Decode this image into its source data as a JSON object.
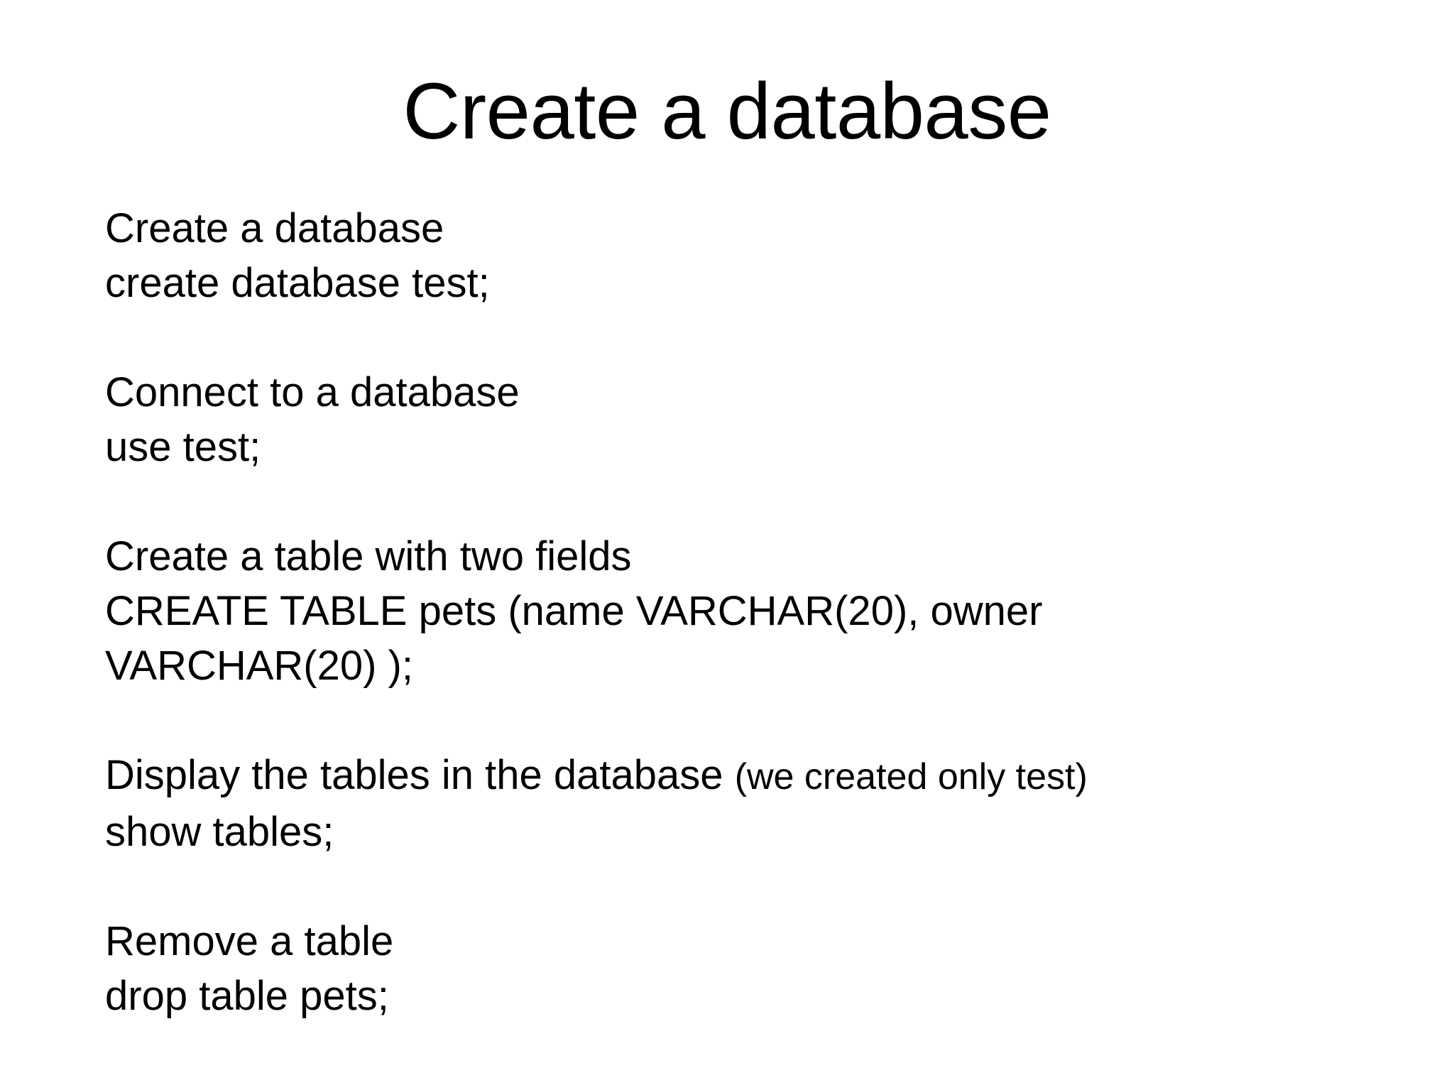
{
  "slide": {
    "background_color": "#ffffff",
    "text_color": "#000000",
    "title": "Create a database",
    "blocks": [
      {
        "heading": "Create a database",
        "command": "create database test;"
      },
      {
        "heading": "Connect to a database",
        "command": "use test;"
      },
      {
        "heading": "Create a table with two fields",
        "command": "CREATE TABLE pets (name VARCHAR(20), owner",
        "command_wrap": "VARCHAR(20) );"
      },
      {
        "heading": "Display the tables in the database ",
        "heading_note": "(we created only test)",
        "command": "show tables;"
      },
      {
        "heading": "Remove a table",
        "command": "drop table pets;"
      }
    ],
    "blank_line": " "
  }
}
